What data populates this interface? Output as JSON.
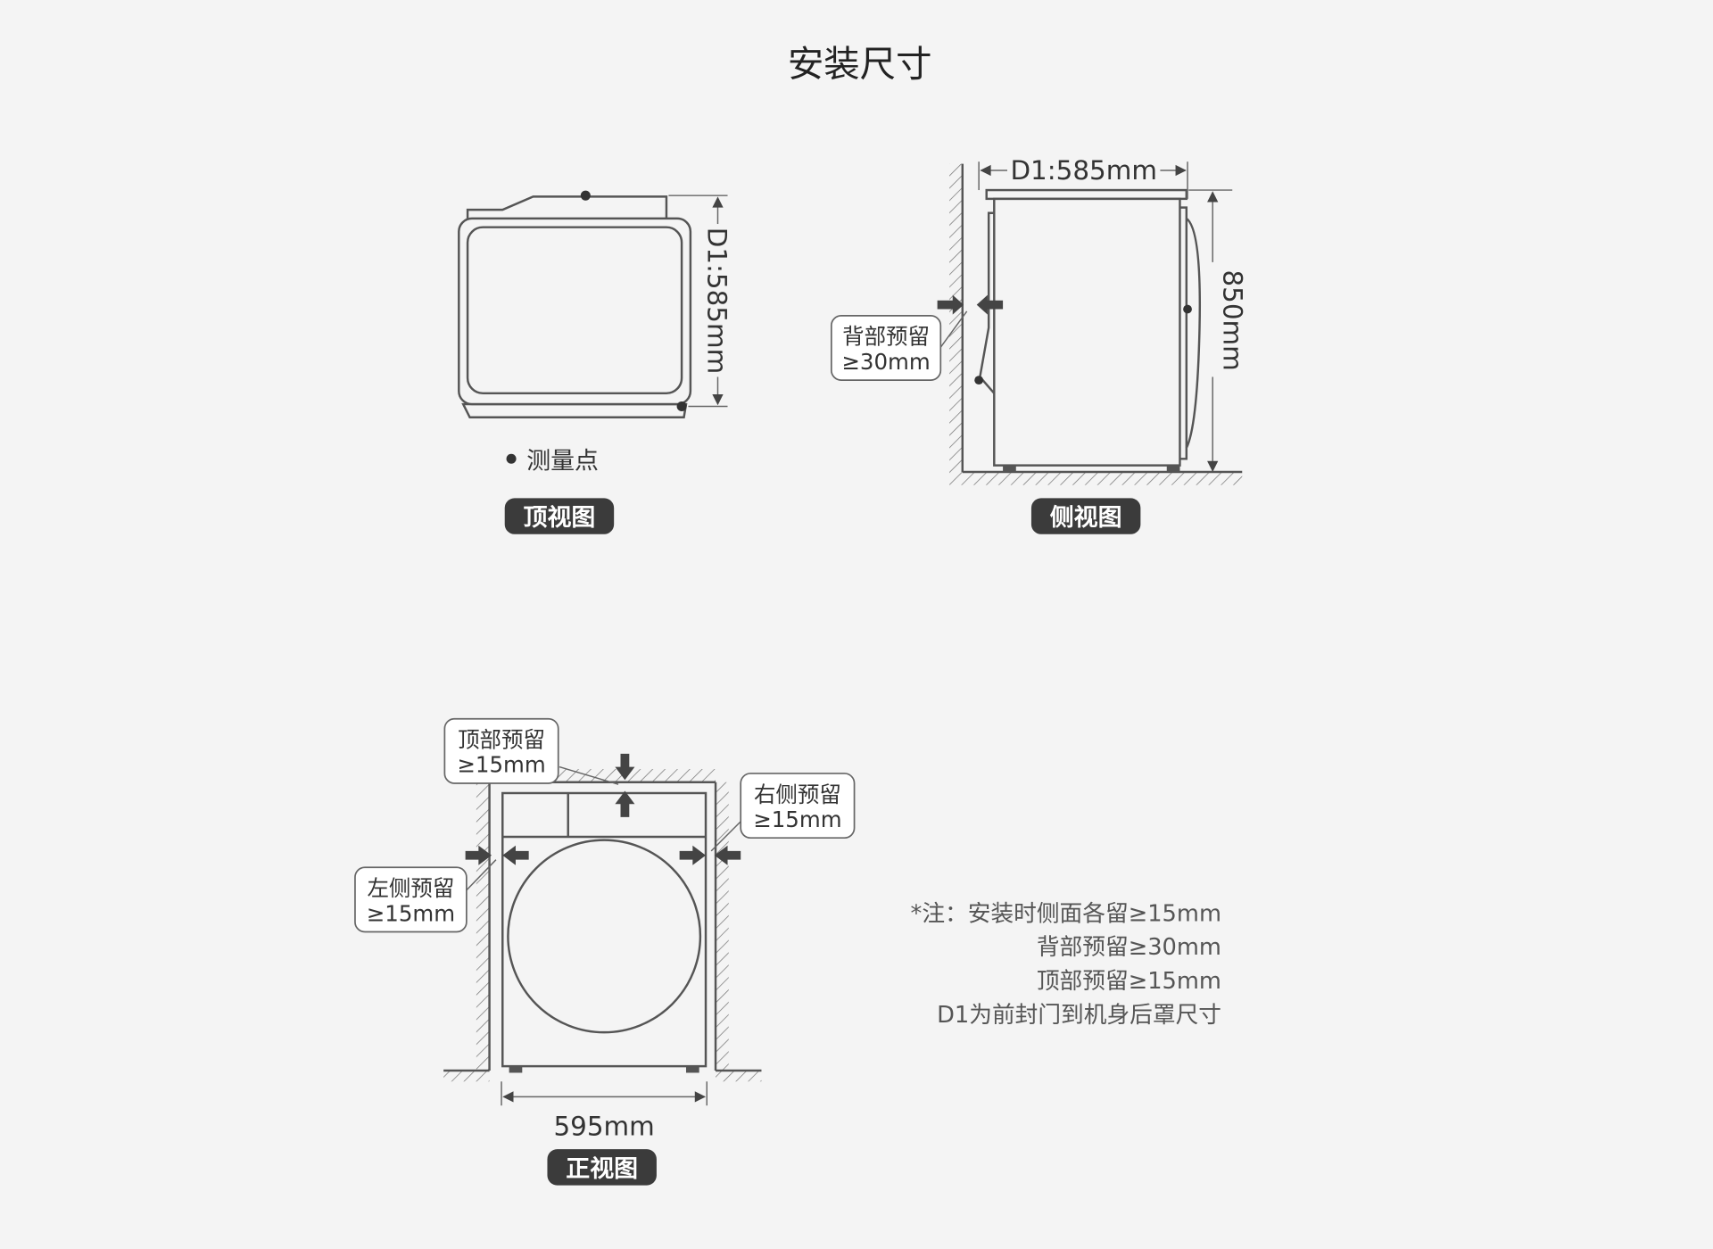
{
  "title": "安装尺寸",
  "top_view": {
    "badge": "顶视图",
    "dimension": "D1:585mm",
    "legend": "测量点"
  },
  "side_view": {
    "badge": "侧视图",
    "depth": "D1:585mm",
    "height": "850mm",
    "back_clearance_line1": "背部预留",
    "back_clearance_line2": "≥30mm"
  },
  "front_view": {
    "badge": "正视图",
    "width": "595mm",
    "top_clearance_line1": "顶部预留",
    "top_clearance_line2": "≥15mm",
    "right_clearance_line1": "右侧预留",
    "right_clearance_line2": "≥15mm",
    "left_clearance_line1": "左侧预留",
    "left_clearance_line2": "≥15mm"
  },
  "notes": [
    "*注：安装时侧面各留≥15mm",
    "背部预留≥30mm",
    "顶部预留≥15mm",
    "D1为前封门到机身后罩尺寸"
  ]
}
